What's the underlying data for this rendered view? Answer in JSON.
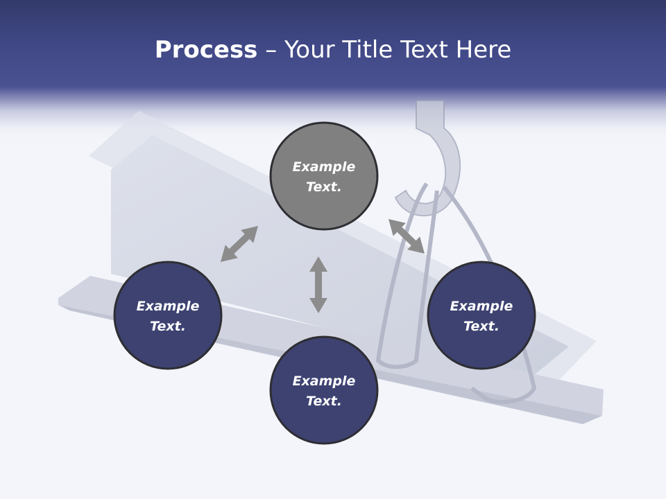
{
  "slide": {
    "title_bold": "Process",
    "title_rest": " – Your Title Text Here"
  },
  "colors": {
    "header": "#3f4784",
    "node_primary": "#808080",
    "node_secondary": "#3d4271",
    "node_border": "#2e2e33",
    "arrow": "#8c8c8c"
  },
  "diagram": {
    "nodes": [
      {
        "id": "top",
        "line1": "Example",
        "line2": "Text."
      },
      {
        "id": "left",
        "line1": "Example",
        "line2": "Text."
      },
      {
        "id": "right",
        "line1": "Example",
        "line2": "Text."
      },
      {
        "id": "bottom",
        "line1": "Example",
        "line2": "Text."
      }
    ],
    "arrows": [
      {
        "from": "top",
        "to": "left",
        "bidirectional": true
      },
      {
        "from": "top",
        "to": "right",
        "bidirectional": true
      },
      {
        "from": "top",
        "to": "bottom",
        "bidirectional": true
      }
    ]
  }
}
